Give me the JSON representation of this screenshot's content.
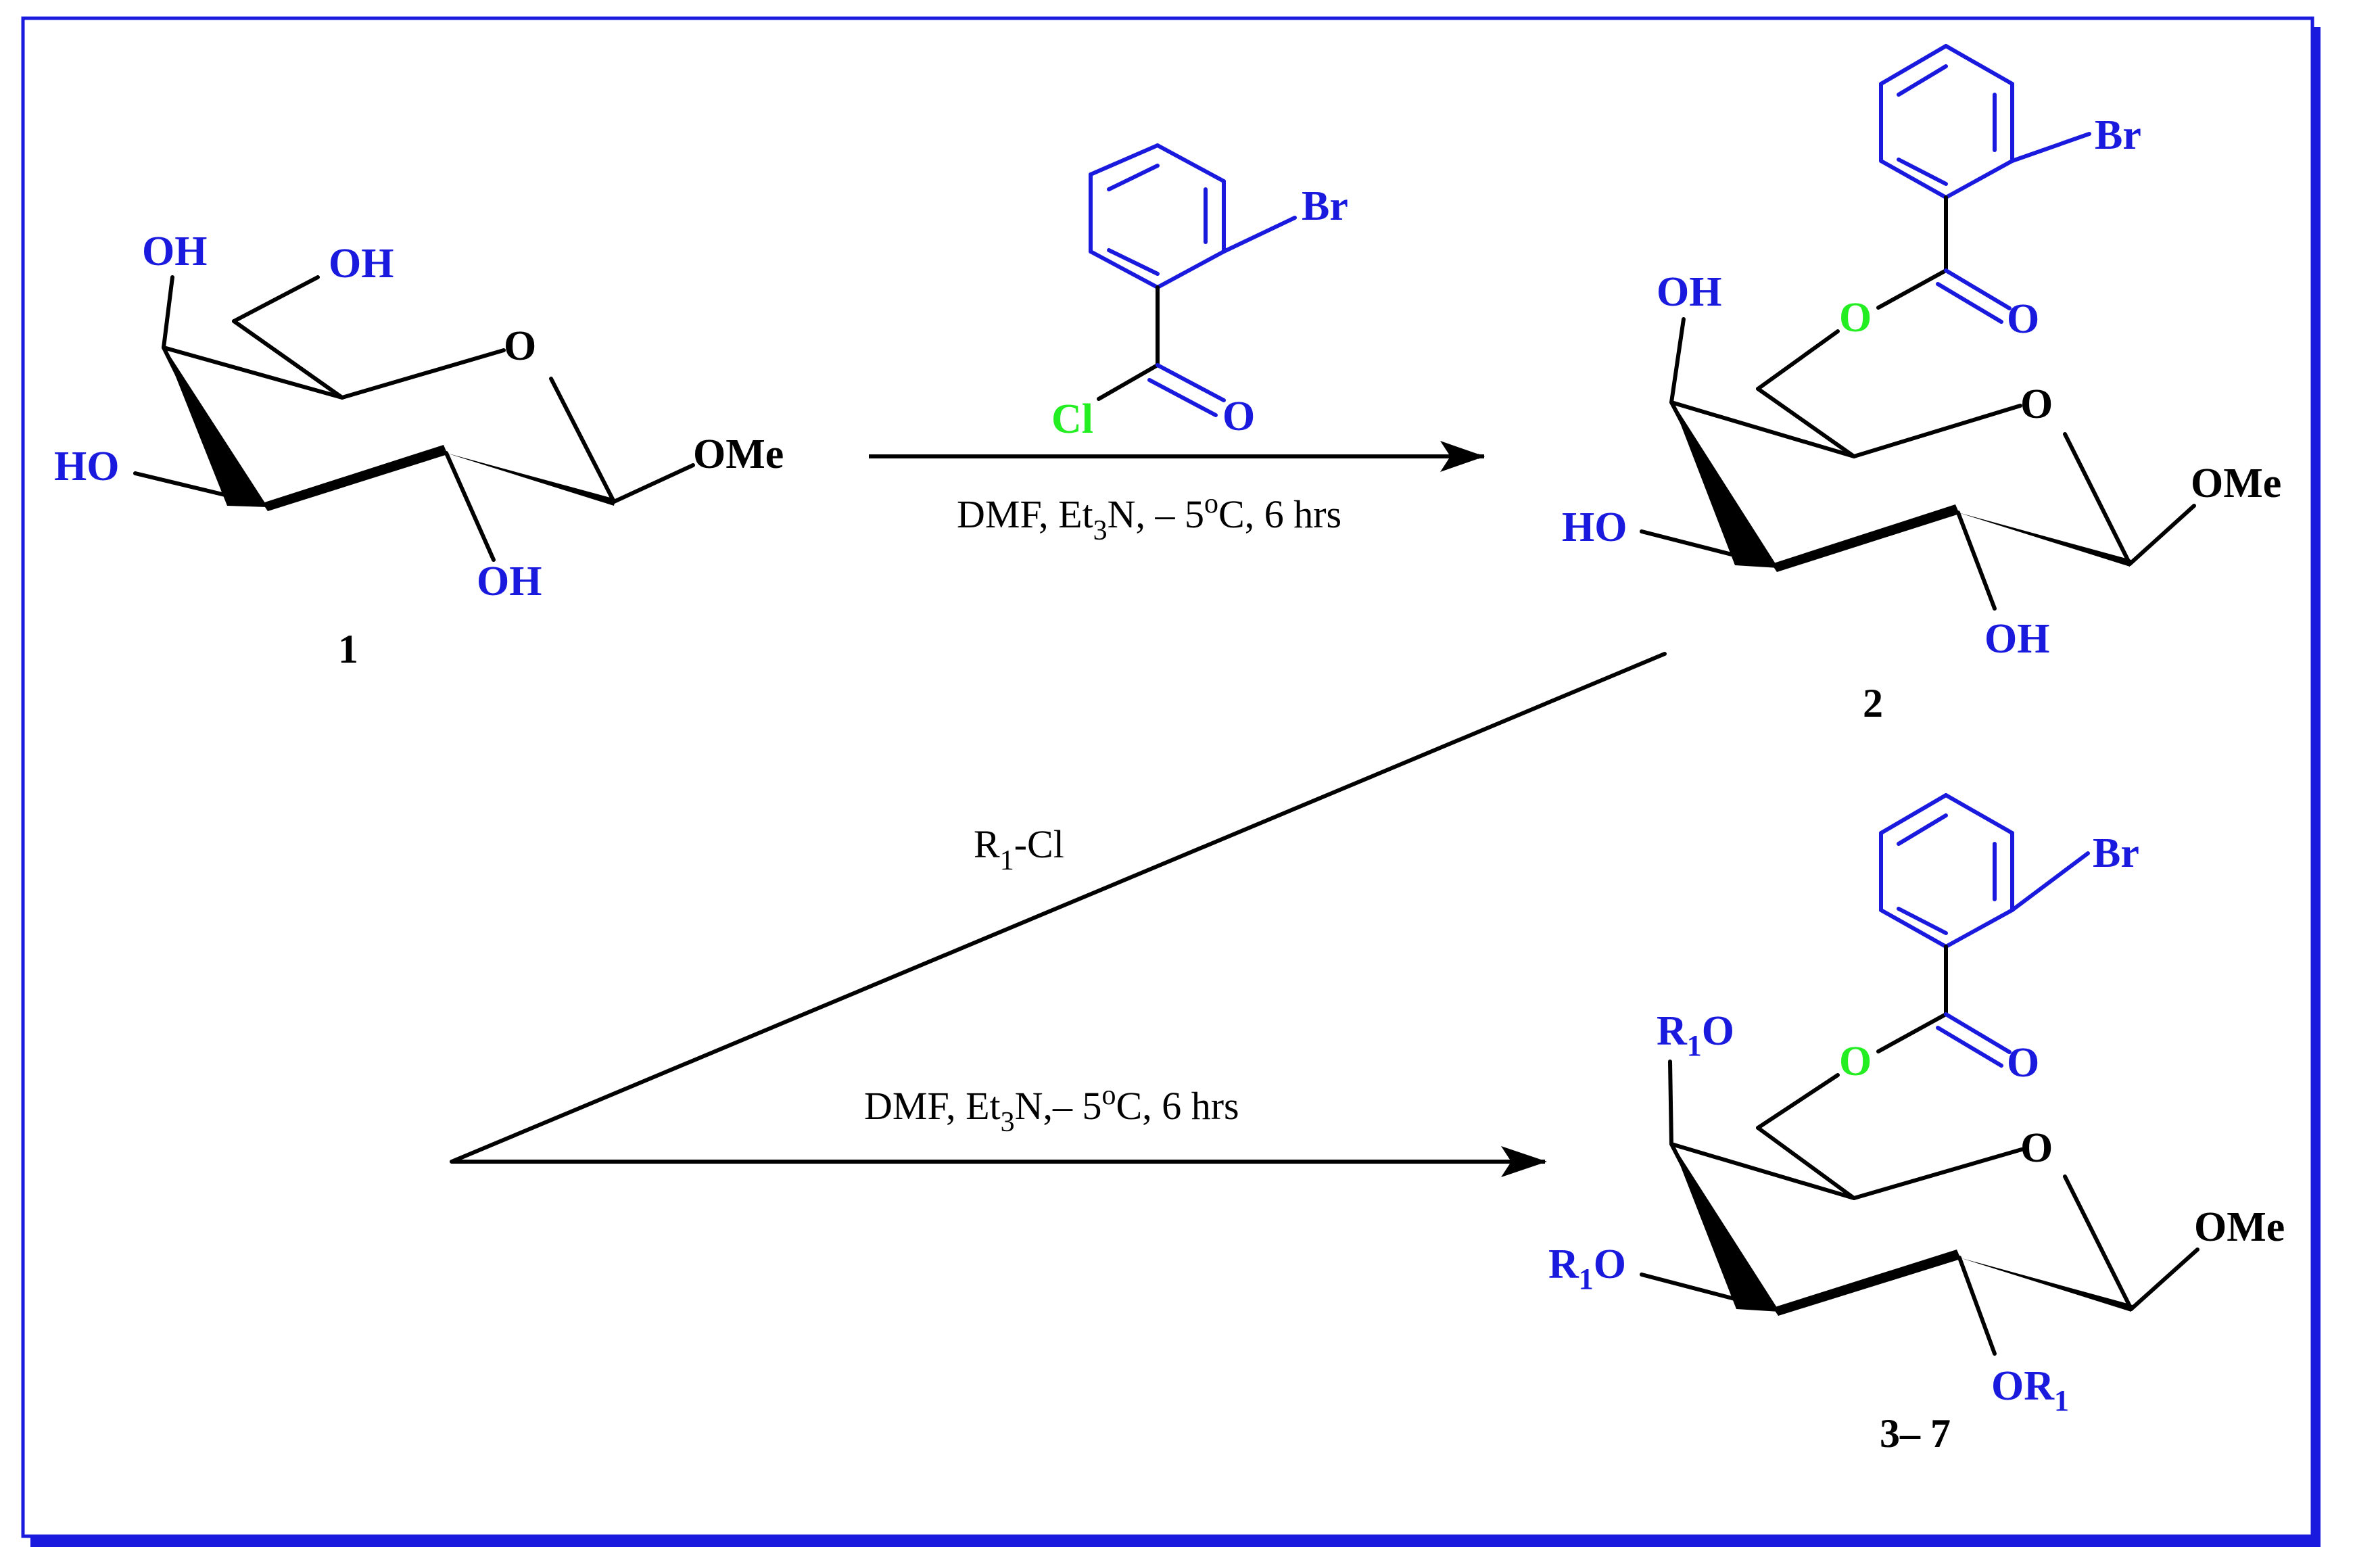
{
  "colors": {
    "frame": "#1a1adf",
    "atom": "#1a1adf",
    "ester_oxygen": "#22ee22",
    "chlorine": "#22ee22",
    "bond": "#000000"
  },
  "compound1": {
    "label": "1",
    "oh_top": "OH",
    "oh_ch2": "OH",
    "ring_o": "O",
    "ho_left": "HO",
    "ome": "OMe",
    "oh_bottom": "OH"
  },
  "reagent": {
    "br": "Br",
    "cl": "Cl",
    "o": "O"
  },
  "arrow1": {
    "conditions_pre": "DMF, Et",
    "sub3": "3",
    "conditions_post": "N, – 5",
    "deg": "o",
    "conditions_end": "C, 6 hrs"
  },
  "compound2": {
    "label": "2",
    "br": "Br",
    "ester_o": "O",
    "carbonyl_o": "O",
    "oh_top": "OH",
    "ring_o": "O",
    "ho_left": "HO",
    "ome": "OMe",
    "oh_bottom": "OH"
  },
  "arrow2": {
    "reagent_pre": "R",
    "reagent_sub": "1",
    "reagent_post": "-Cl",
    "conditions_pre": "DMF, Et",
    "sub3": "3",
    "conditions_post": "N,– 5",
    "deg": "o",
    "conditions_end": "C, 6 hrs"
  },
  "compound3": {
    "label": "3– 7",
    "br": "Br",
    "ester_o": "O",
    "carbonyl_o": "O",
    "r1o_top_pre": "R",
    "r1o_top_sub": "1",
    "r1o_top_post": "O",
    "ring_o": "O",
    "r1o_left_pre": "R",
    "r1o_left_sub": "1",
    "r1o_left_post": "O",
    "ome": "OMe",
    "or1_pre": "OR",
    "or1_sub": "1"
  }
}
